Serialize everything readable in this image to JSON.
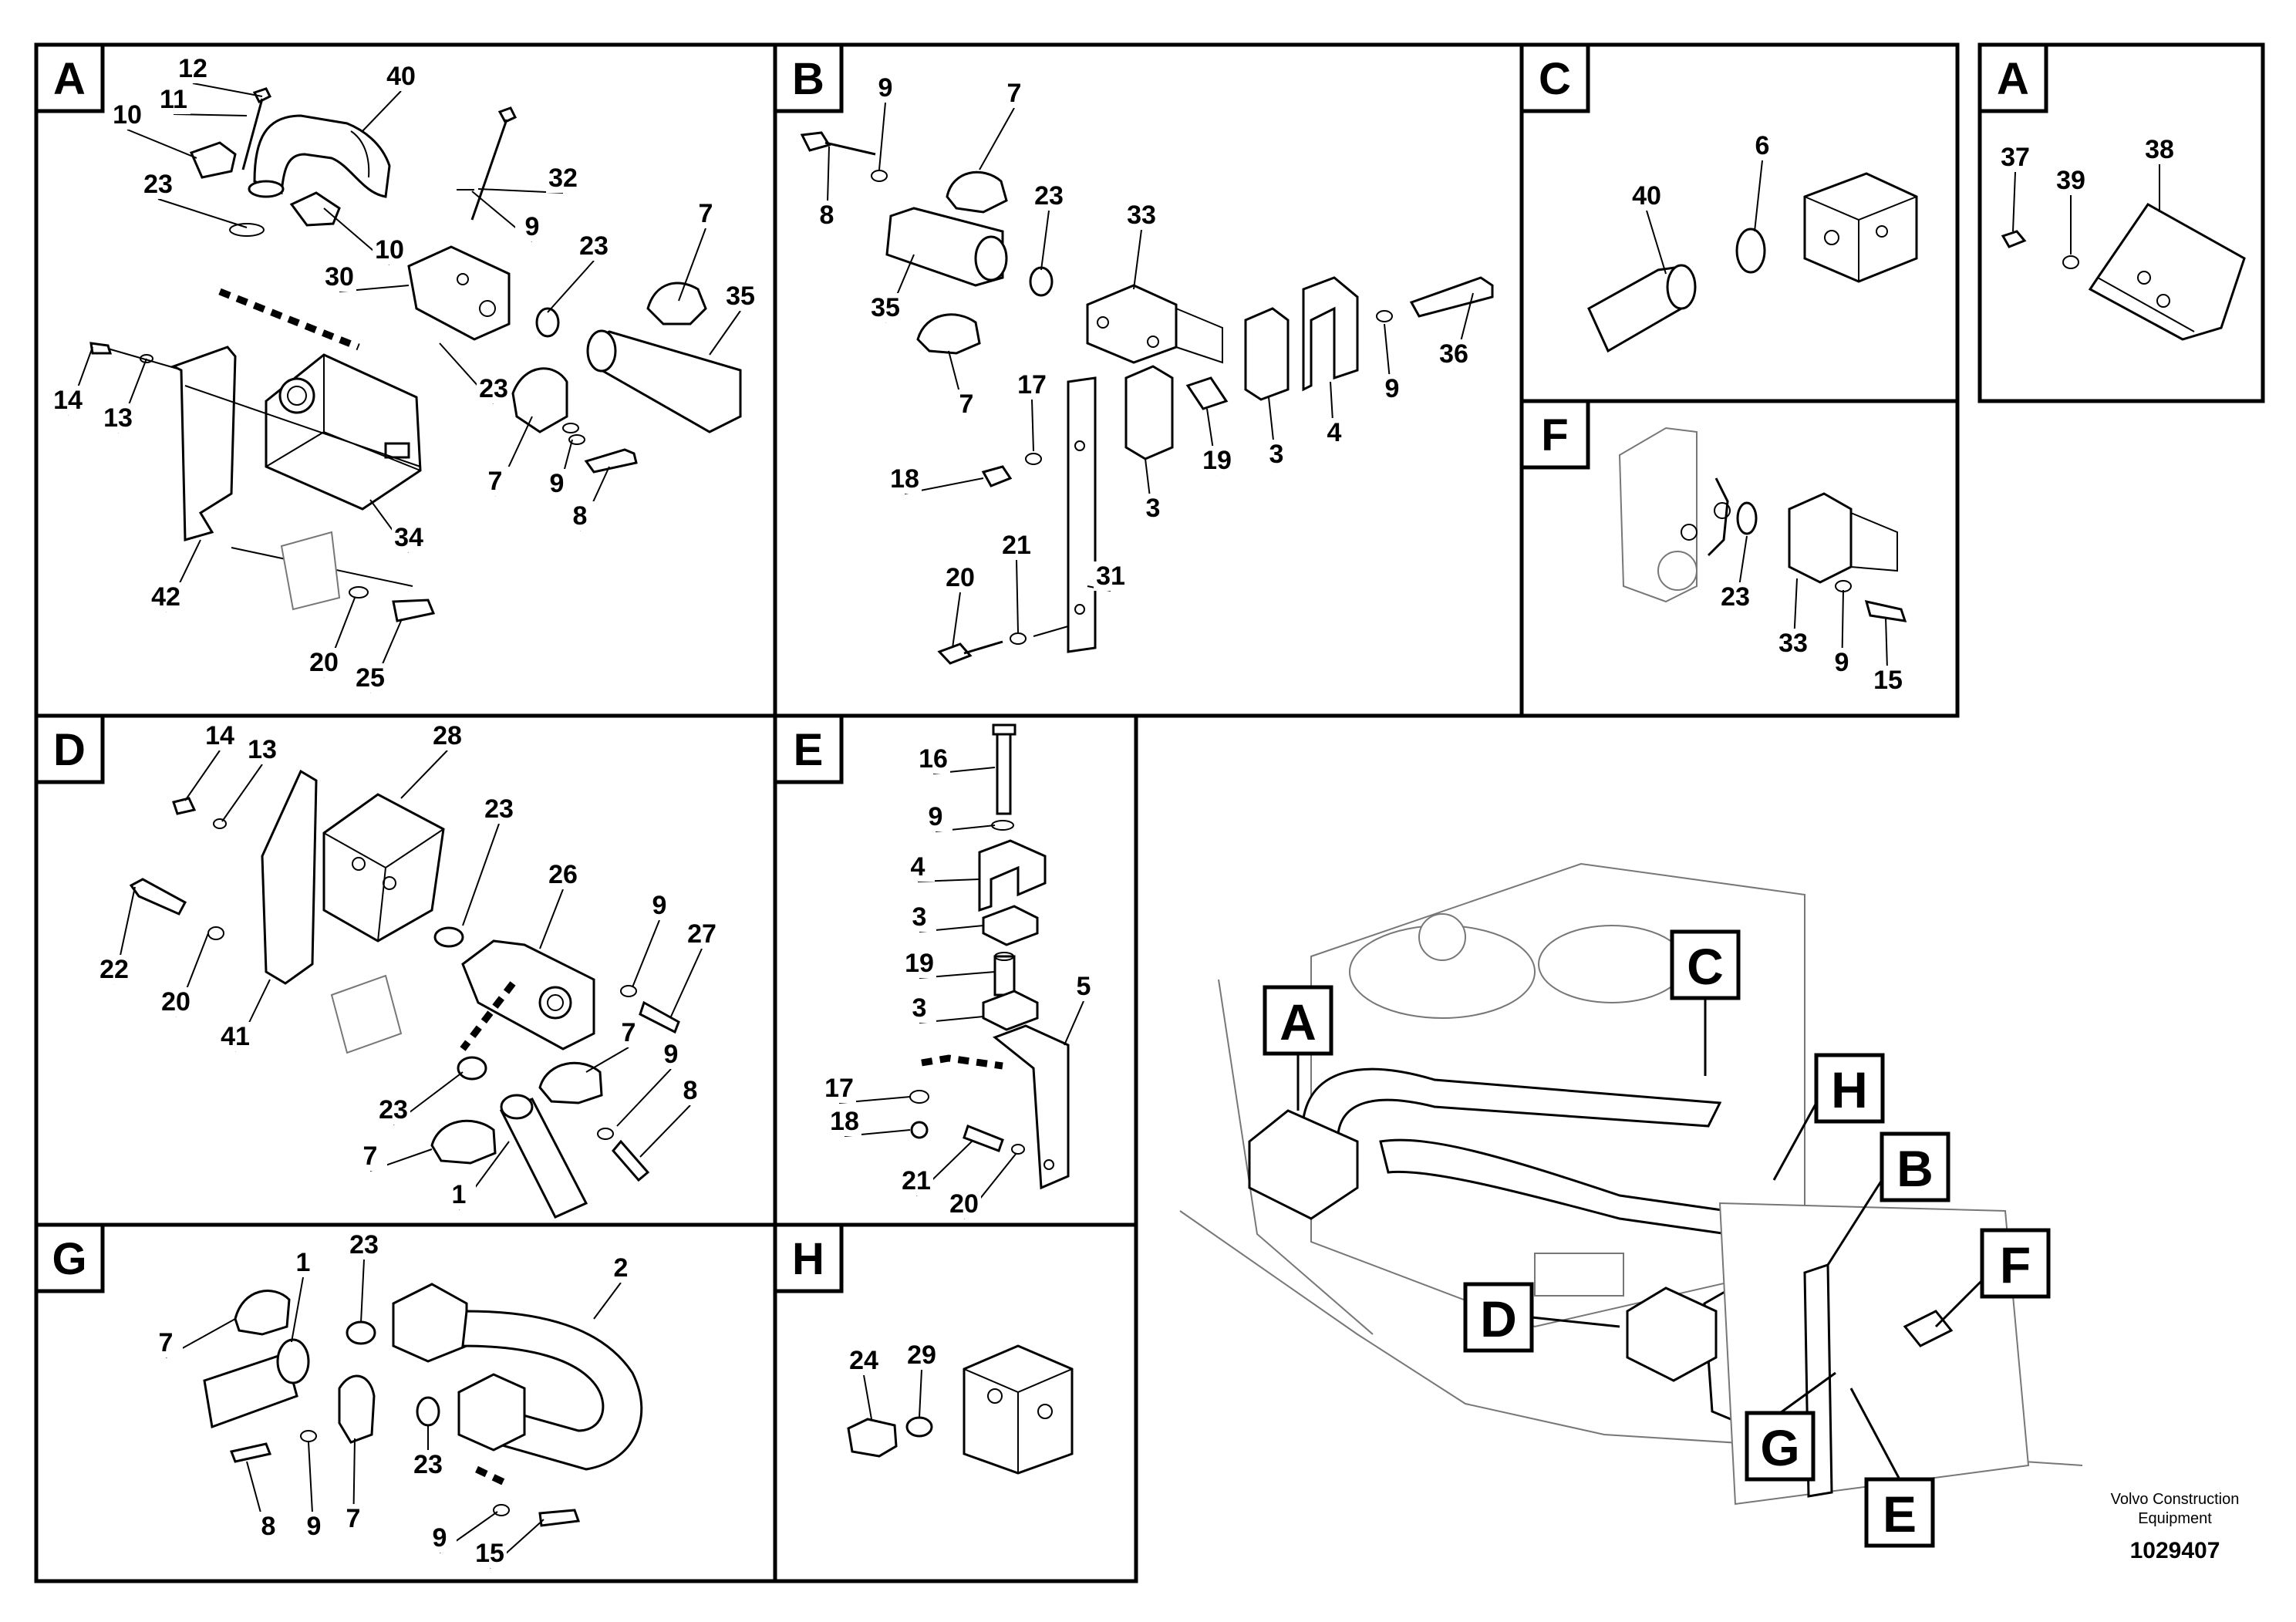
{
  "panels": {
    "A": {
      "label": "A",
      "callouts": [
        "12",
        "11",
        "10",
        "40",
        "23",
        "10",
        "32",
        "9",
        "30",
        "23",
        "7",
        "35",
        "14",
        "13",
        "23",
        "34",
        "7",
        "9",
        "8",
        "42",
        "20",
        "25"
      ]
    },
    "B": {
      "label": "B",
      "callouts": [
        "9",
        "7",
        "8",
        "23",
        "33",
        "35",
        "7",
        "17",
        "18",
        "19",
        "3",
        "4",
        "9",
        "36",
        "3",
        "21",
        "20",
        "31"
      ]
    },
    "C": {
      "label": "C",
      "callouts": [
        "40",
        "6"
      ]
    },
    "A2": {
      "label": "A",
      "callouts": [
        "37",
        "39",
        "38"
      ]
    },
    "F": {
      "label": "F",
      "callouts": [
        "23",
        "33",
        "9",
        "15"
      ]
    },
    "D": {
      "label": "D",
      "callouts": [
        "14",
        "13",
        "28",
        "23",
        "26",
        "22",
        "20",
        "41",
        "9",
        "27",
        "7",
        "9",
        "23",
        "8",
        "7",
        "1"
      ]
    },
    "E": {
      "label": "E",
      "callouts": [
        "16",
        "9",
        "4",
        "3",
        "19",
        "3",
        "5",
        "17",
        "18",
        "21",
        "20"
      ]
    },
    "G": {
      "label": "G",
      "callouts": [
        "23",
        "1",
        "2",
        "7",
        "8",
        "9",
        "7",
        "23",
        "9",
        "15"
      ]
    },
    "H": {
      "label": "H",
      "callouts": [
        "24",
        "29"
      ]
    }
  },
  "overview": {
    "labels": [
      "A",
      "C",
      "H",
      "B",
      "D",
      "F",
      "G",
      "E"
    ]
  },
  "footer": {
    "credit_line1": "Volvo Construction",
    "credit_line2": "Equipment",
    "doc_number": "1029407"
  }
}
